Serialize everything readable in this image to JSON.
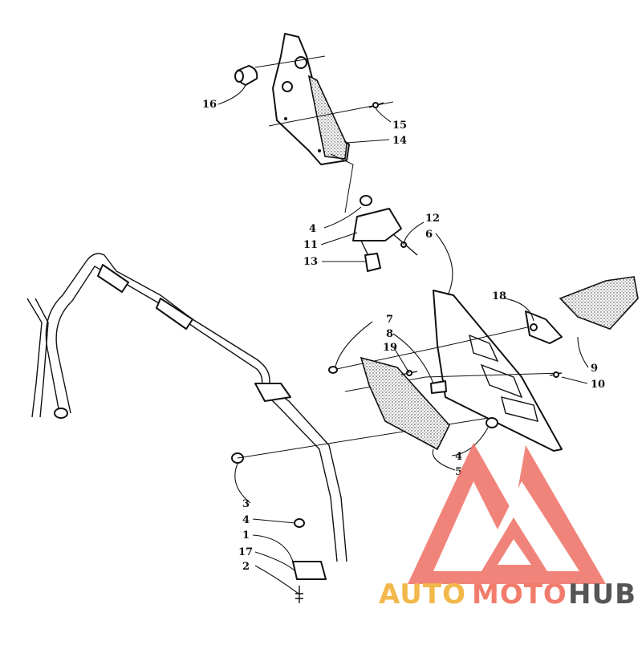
{
  "callouts": {
    "c1": "1",
    "c2": "2",
    "c3": "3",
    "c4a": "4",
    "c4b": "4",
    "c4c": "4",
    "c5": "5",
    "c6": "6",
    "c7": "7",
    "c8": "8",
    "c9": "9",
    "c10": "10",
    "c11": "11",
    "c12": "12",
    "c13": "13",
    "c14": "14",
    "c15": "15",
    "c16": "16",
    "c17": "17",
    "c18": "18",
    "c19": "19"
  },
  "watermark": {
    "word_auto": "AUTO",
    "word_moto": "MOTO",
    "word_hub": "HUB",
    "colors": {
      "auto": "#f2b84b",
      "moto": "#f27c6c",
      "hub": "#555555",
      "logo": "#ef6f63"
    }
  }
}
